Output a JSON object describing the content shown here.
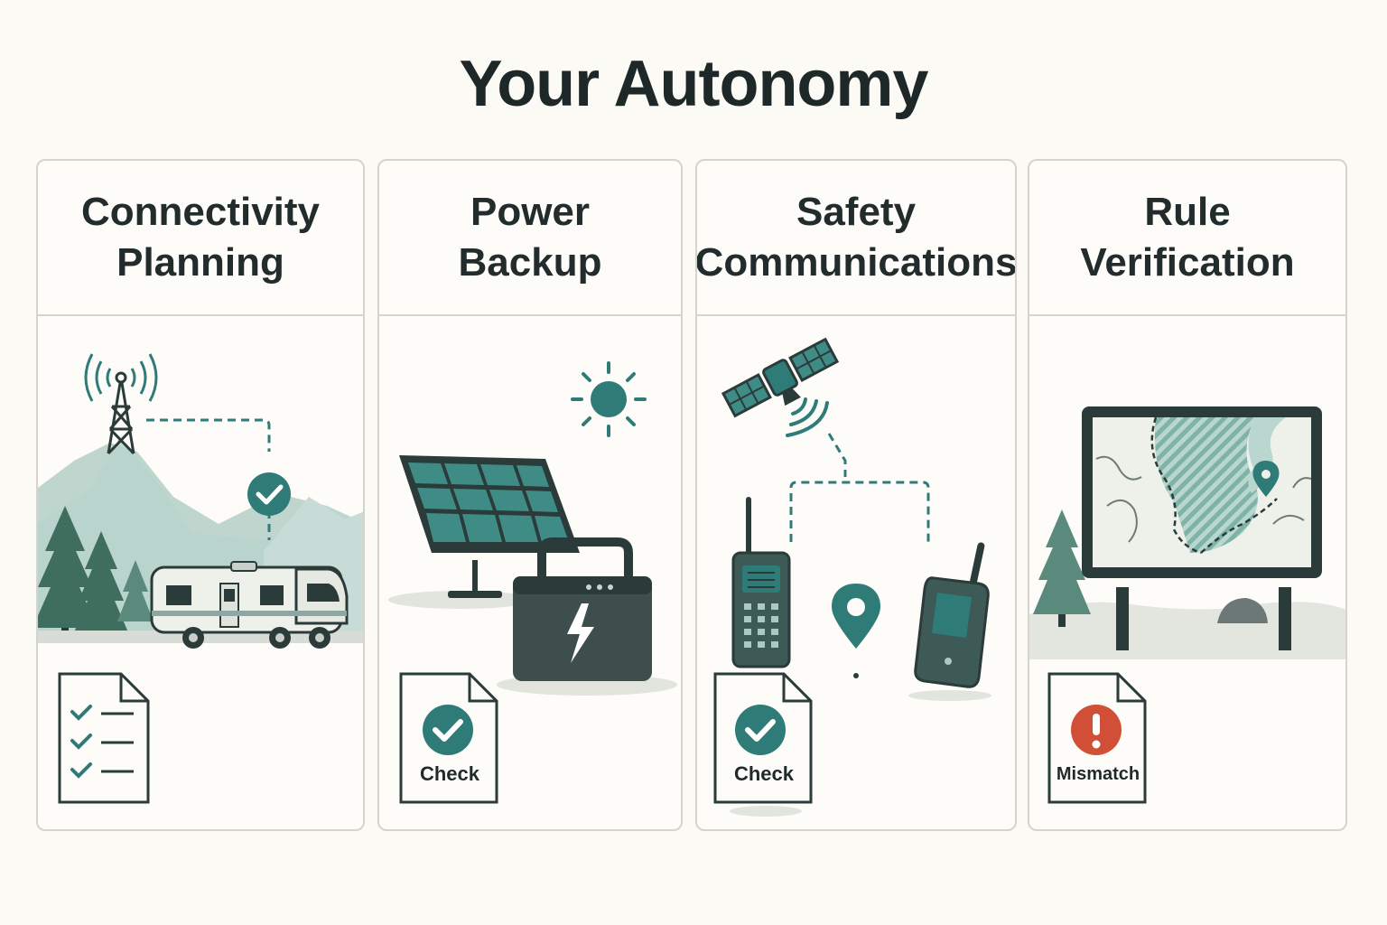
{
  "title": "Your Autonomy",
  "cards": [
    {
      "line1": "Connectivity",
      "line2": "Planning",
      "icon": "checklist-document-icon"
    },
    {
      "line1": "Power",
      "line2": "Backup",
      "icon": "check-document-icon",
      "badge": "Check"
    },
    {
      "line1": "Safety",
      "line2": "Communications",
      "icon": "check-document-icon",
      "badge": "Check"
    },
    {
      "line1": "Rule",
      "line2": "Verification",
      "icon": "mismatch-document-icon",
      "badge": "Mismatch"
    }
  ],
  "colors": {
    "teal": "#2f7b78",
    "dark": "#2b3b3a",
    "mountain": "#a8c8c0",
    "forest": "#3f6e5e",
    "alert": "#d14f36",
    "background": "#fbfaf5"
  }
}
